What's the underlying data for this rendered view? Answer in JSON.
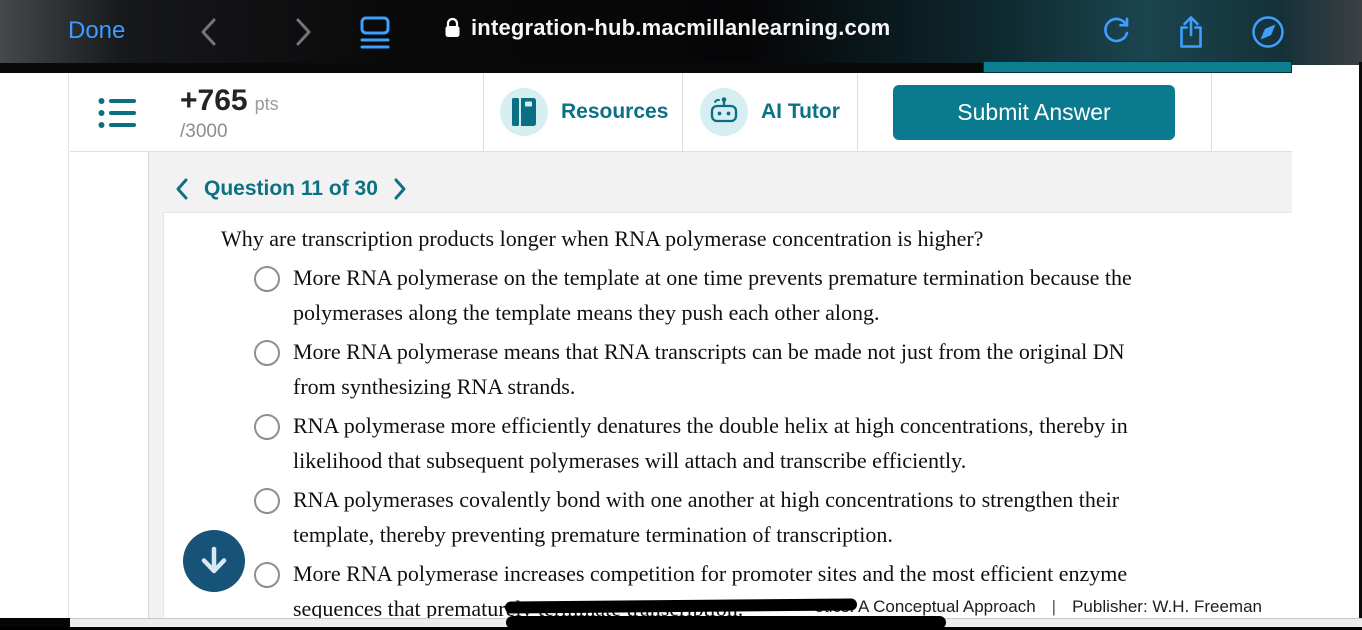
{
  "browser": {
    "done": "Done",
    "url": "integration-hub.macmillanlearning.com"
  },
  "header": {
    "points": "+765",
    "points_unit": "pts",
    "points_total": "/3000",
    "resources": "Resources",
    "ai_tutor": "AI Tutor",
    "submit": "Submit Answer"
  },
  "nav": {
    "question_position": "Question 11 of 30"
  },
  "question": {
    "prompt": "Why are transcription products longer when RNA polymerase concentration is higher?",
    "options": [
      {
        "line1": "More RNA polymerase on the template at one time prevents premature termination because the",
        "line2": "polymerases along the template means they push each other along."
      },
      {
        "line1": "More RNA polymerase means that RNA transcripts can be made not just from the original DN",
        "line2": "from synthesizing RNA strands."
      },
      {
        "line1": "RNA polymerase more efficiently denatures the double helix at high concentrations, thereby in",
        "line2": "likelihood that subsequent polymerases will attach and transcribe efficiently."
      },
      {
        "line1": "RNA polymerases covalently bond with one another at high concentrations to strengthen their",
        "line2": "template, thereby preventing premature termination of transcription."
      },
      {
        "line1": "More RNA polymerase increases competition for promoter sites and the most efficient enzyme",
        "line2": "sequences that prematurely terminate transcription."
      }
    ]
  },
  "footer": {
    "credit_fragment": "etics: A Conceptual Approach",
    "separator": "|",
    "publisher": "Publisher: W.H. Freeman"
  },
  "colors": {
    "brand_teal": "#0b7186",
    "submit_teal": "#0a7b8e",
    "icon_circle_teal": "#d6eef2",
    "progress_teal": "#0c7e92",
    "fab_blue": "#175278",
    "ios_blue": "#3d9cff"
  },
  "icons": {
    "hamburger_list": "three-bullet-lines",
    "resources_book": "closed-book",
    "ai_tutor_robot": "robot-head-antenna",
    "lock": "padlock",
    "reload": "clockwise-arrow",
    "share": "box-up-arrow",
    "compass": "safari-compass",
    "scroll_down": "down-arrow"
  }
}
